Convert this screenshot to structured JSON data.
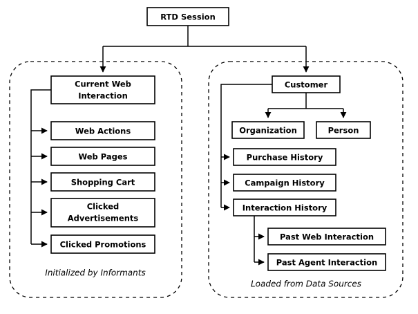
{
  "diagram": {
    "title": "RTD Session",
    "root": {
      "id": "rtd-session",
      "label": "RTD Session"
    },
    "panels": [
      {
        "id": "left-panel",
        "caption": "Initialized by Informants",
        "nodes": [
          {
            "id": "current-web-interaction",
            "label_line1": "Current Web",
            "label_line2": "Interaction"
          },
          {
            "id": "web-actions",
            "label": "Web Actions"
          },
          {
            "id": "web-pages",
            "label": "Web Pages"
          },
          {
            "id": "shopping-cart",
            "label": "Shopping Cart"
          },
          {
            "id": "clicked-advertisements",
            "label_line1": "Clicked",
            "label_line2": "Advertisements"
          },
          {
            "id": "clicked-promotions",
            "label": "Clicked Promotions"
          }
        ]
      },
      {
        "id": "right-panel",
        "caption": "Loaded from Data Sources",
        "nodes": [
          {
            "id": "customer",
            "label": "Customer"
          },
          {
            "id": "organization",
            "label": "Organization"
          },
          {
            "id": "person",
            "label": "Person"
          },
          {
            "id": "purchase-history",
            "label": "Purchase History"
          },
          {
            "id": "campaign-history",
            "label": "Campaign History"
          },
          {
            "id": "interaction-history",
            "label": "Interaction History"
          },
          {
            "id": "past-web-interaction",
            "label": "Past Web Interaction"
          },
          {
            "id": "past-agent-interaction",
            "label": "Past Agent Interaction"
          }
        ]
      }
    ],
    "colors": {
      "stroke": "#000000",
      "fill": "#ffffff",
      "background": "#ffffff"
    }
  }
}
